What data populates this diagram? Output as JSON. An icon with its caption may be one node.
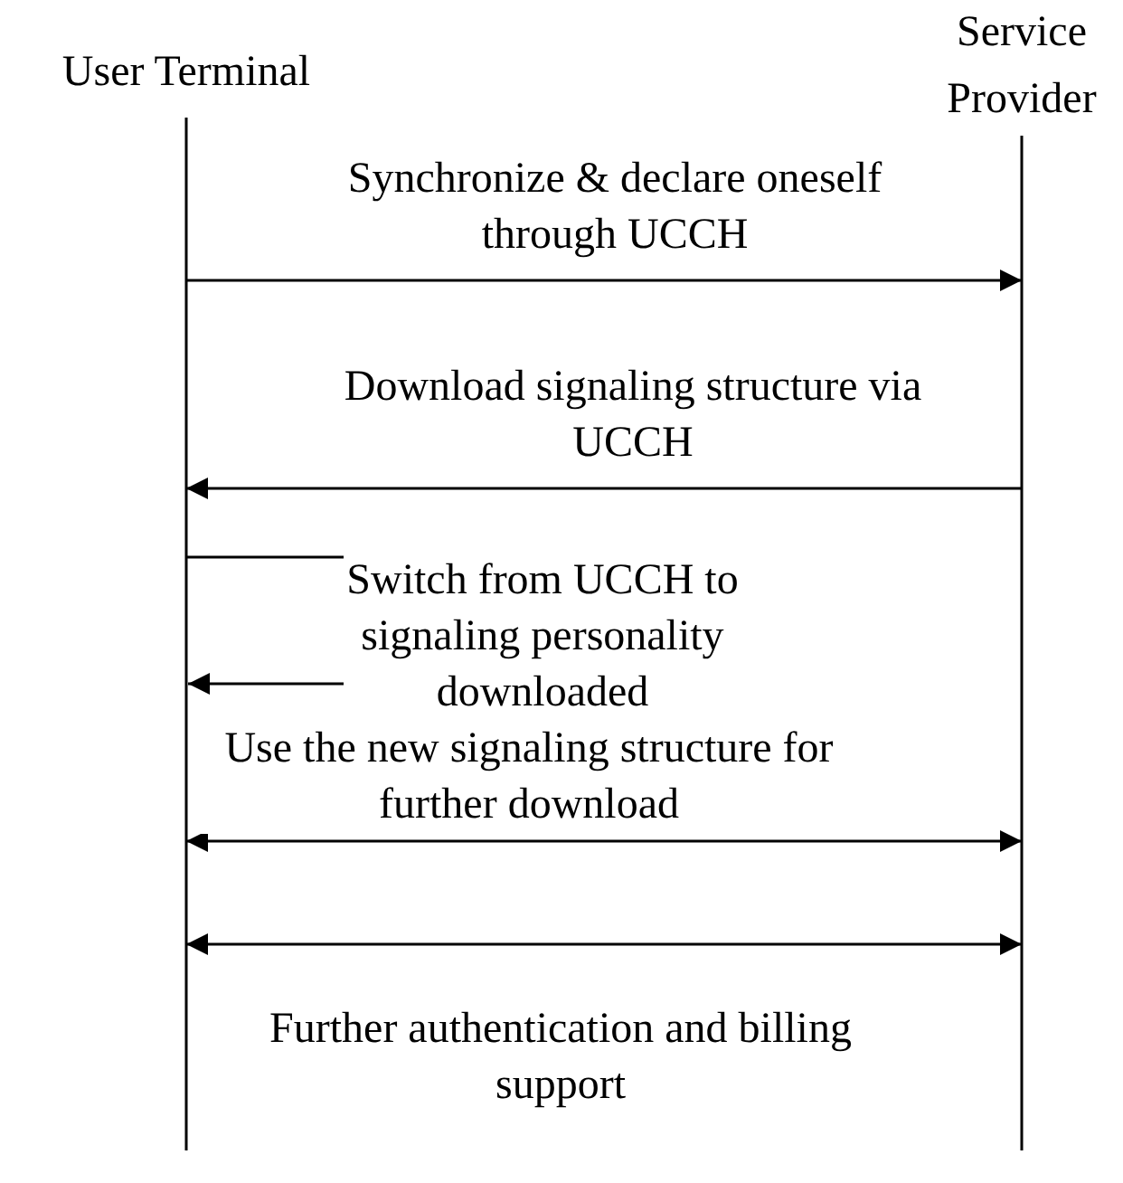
{
  "diagram": {
    "nodes": [
      {
        "text": [
          "User Terminal"
        ]
      },
      {
        "text": [
          "Service Provider"
        ]
      }
    ],
    "edges": [
      {
        "from": 0,
        "to": 1,
        "arrow": "to",
        "label": "Synchronize & declare oneself through UCCH"
      },
      {
        "from": 1,
        "to": 0,
        "arrow": "to",
        "label": "Download signaling structure via UCCH"
      },
      {
        "from": 0,
        "to": 0,
        "arrow": "to",
        "label": "Switch from UCCH to signaling personality downloaded"
      },
      {
        "from": 0,
        "to": 1,
        "arrow": "both",
        "label": "Use the new signaling structure for further download"
      },
      {
        "from": 0,
        "to": 1,
        "arrow": "both",
        "label": "Further authentication and billing support"
      }
    ]
  }
}
